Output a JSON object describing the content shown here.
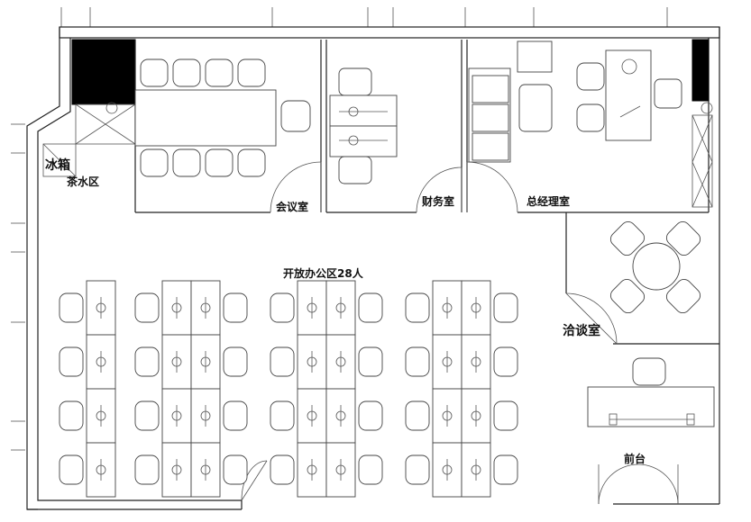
{
  "rooms": {
    "fridge": "冰箱",
    "tea_area": "茶水区",
    "meeting_room": "会议室",
    "finance_room": "财务室",
    "gm_office": "总经理室",
    "open_office": "开放办公区28人",
    "negotiation_room": "洽谈室",
    "reception": "前台"
  }
}
